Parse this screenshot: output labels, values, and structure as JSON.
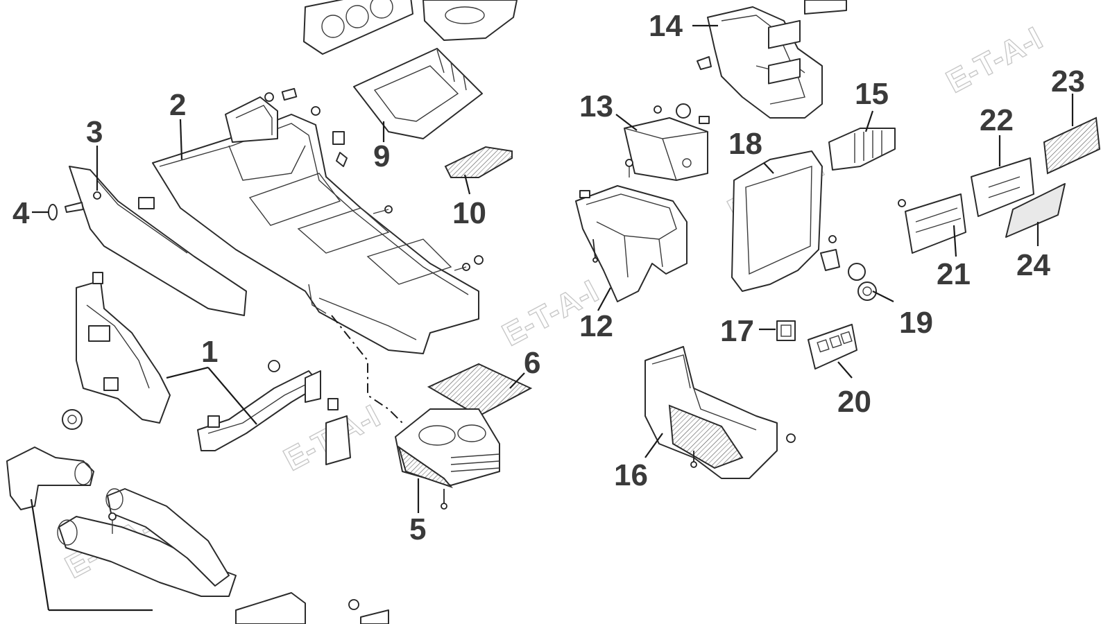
{
  "callouts": [
    "1",
    "2",
    "3",
    "4",
    "5",
    "6",
    "9",
    "10",
    "12",
    "13",
    "14",
    "15",
    "16",
    "17",
    "18",
    "19",
    "20",
    "21",
    "22",
    "23",
    "24"
  ],
  "watermark": "E-T-A-I"
}
